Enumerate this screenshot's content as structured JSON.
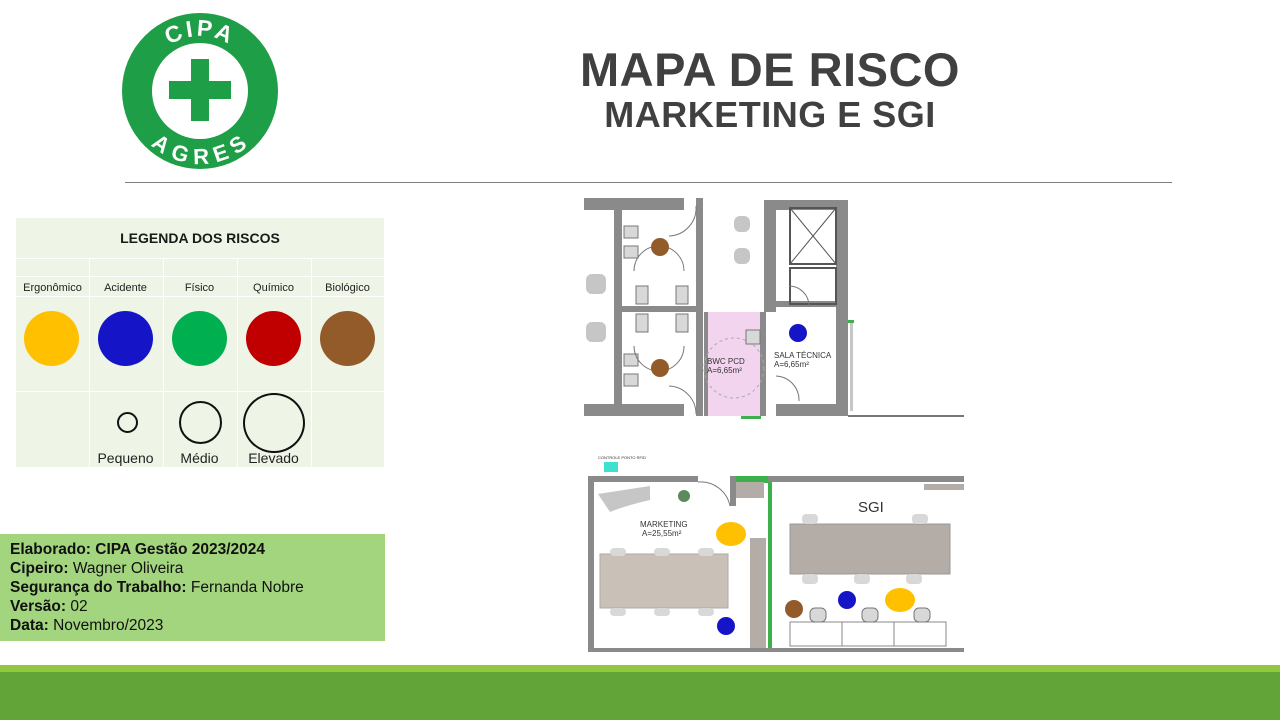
{
  "logo": {
    "top_text": "CIPA",
    "bottom_text": "AGRES",
    "icon": "cross-icon",
    "color": "#1e9e47"
  },
  "header": {
    "title": "MAPA DE RISCO",
    "subtitle": "MARKETING E SGI"
  },
  "legend": {
    "title": "LEGENDA DOS RISCOS",
    "categories": [
      {
        "label": "Ergonômico",
        "color": "#ffc000"
      },
      {
        "label": "Acidente",
        "color": "#1515c7"
      },
      {
        "label": "Físico",
        "color": "#00b050"
      },
      {
        "label": "Químico",
        "color": "#c00000"
      },
      {
        "label": "Biológico",
        "color": "#935b2a"
      }
    ],
    "severity": [
      {
        "label": "Pequeno"
      },
      {
        "label": "Médio"
      },
      {
        "label": "Elevado"
      }
    ]
  },
  "info": {
    "lines": [
      {
        "key": "Elaborado: CIPA Gestão 2023/2024",
        "value": ""
      },
      {
        "key": "Cipeiro:",
        "value": " Wagner Oliveira"
      },
      {
        "key": "Segurança do Trabalho:",
        "value": " Fernanda Nobre"
      },
      {
        "key": "Versão:",
        "value": " 02"
      },
      {
        "key": "Data:",
        "value": " Novembro/2023"
      }
    ]
  },
  "floorplan_top": {
    "rooms": [
      {
        "label": "BWC PCD",
        "area": "A=6,65m²"
      },
      {
        "label": "SALA TÉCNICA",
        "area": "A=6,65m²"
      }
    ],
    "risk_markers": [
      {
        "type": "Biológico",
        "room": "WC superior"
      },
      {
        "type": "Biológico",
        "room": "WC inferior"
      },
      {
        "type": "Acidente",
        "room": "SALA TÉCNICA"
      }
    ]
  },
  "floorplan_bottom": {
    "rooms": [
      {
        "label": "MARKETING",
        "area": "A=25,55m²"
      },
      {
        "label": "SGI",
        "area": ""
      }
    ],
    "annotation": "CONTROLE PONTO RFID",
    "risk_markers": [
      {
        "type": "Ergonômico",
        "room": "MARKETING"
      },
      {
        "type": "Acidente",
        "room": "MARKETING"
      },
      {
        "type": "Biológico",
        "room": "SGI"
      },
      {
        "type": "Acidente",
        "room": "SGI"
      },
      {
        "type": "Ergonômico",
        "room": "SGI"
      }
    ]
  }
}
